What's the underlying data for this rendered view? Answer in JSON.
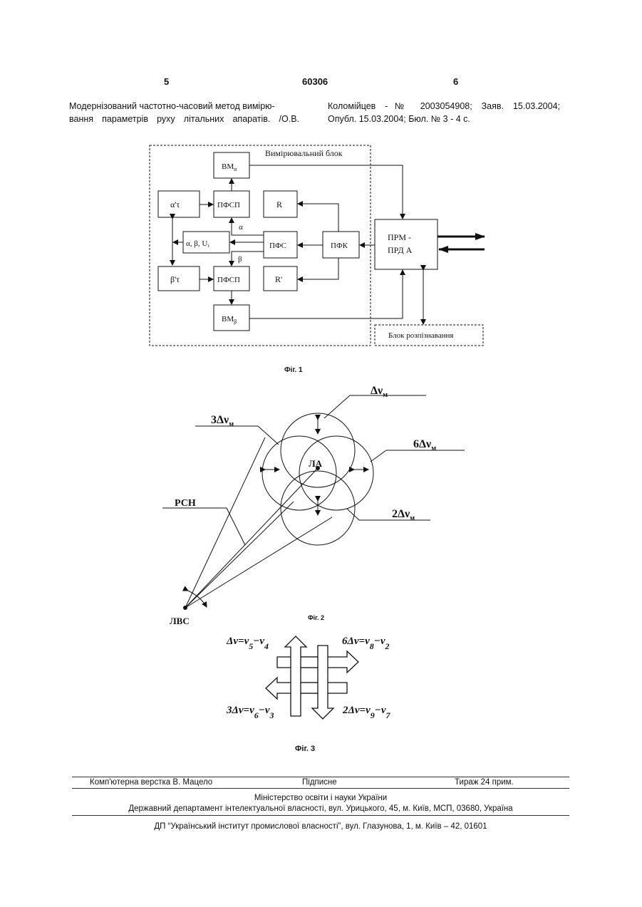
{
  "header": {
    "left_page": "5",
    "patent_number": "60306",
    "right_page": "6"
  },
  "reference": {
    "left_line1": "Модернізований частотно-часовий метод вимірю-",
    "left_line2": "вання параметрів руху літальних апаратів. /О.В.",
    "right_line1": "Коломійцев -№ 2003054908; Заяв. 15.03.2004;",
    "right_line2": "Опубл. 15.03.2004; Бюл. № 3 - 4 с."
  },
  "fig1": {
    "caption": "Фіг. 1",
    "measuring_block_label": "Вимірювальний блок",
    "vm_alpha": "ВМ",
    "vm_alpha_sub": "α",
    "vm_beta": "ВМ",
    "vm_beta_sub": "β",
    "alpha_tau": "α'τ",
    "beta_tau": "β'τ",
    "pfsp_top": "ПФСП",
    "pfsp_bottom": "ПФСП",
    "r_top": "R",
    "r_bottom": "R'",
    "params": "α, β, U",
    "params_sub": "τ",
    "pfs": "ПФС",
    "pfk": "ПФК",
    "alpha_label": "α",
    "beta_label": "β",
    "prm_line1": "ПРМ -",
    "prm_line2": "ПРД А",
    "recognition_block": "Блок розпізнавання"
  },
  "fig2": {
    "caption": "Фіг. 2",
    "label_top": "Δν",
    "label_top_sub": "м",
    "label_left": "3Δν",
    "label_left_sub": "м",
    "label_right": "6Δν",
    "label_right_sub": "м",
    "label_bottom": "2Δν",
    "label_bottom_sub": "м",
    "la": "ЛА",
    "rsn": "РСН",
    "lvs": "ЛВС"
  },
  "fig3": {
    "caption": "Фіг. 3",
    "tl": "Δν=ν",
    "tl_s1": "5",
    "tl_mid": "−ν",
    "tl_s2": "4",
    "tr": "6Δν=ν",
    "tr_s1": "8",
    "tr_mid": "−ν",
    "tr_s2": "2",
    "bl": "3Δν=ν",
    "bl_s1": "6",
    "bl_mid": "−ν",
    "bl_s2": "3",
    "br": "2Δν=ν",
    "br_s1": "9",
    "br_mid": "−ν",
    "br_s2": "7"
  },
  "footer": {
    "layout": "Комп'ютерна верстка В. Мацело",
    "signed": "Підписне",
    "circulation": "Тираж 24 прим.",
    "ministry": "Міністерство освіти і науки України",
    "department": "Державний департамент інтелектуальної власності, вул. Урицького, 45, м. Київ, МСП, 03680, Україна",
    "institute": "ДП “Український інститут промислової власності”, вул. Глазунова, 1, м. Київ – 42, 01601"
  }
}
